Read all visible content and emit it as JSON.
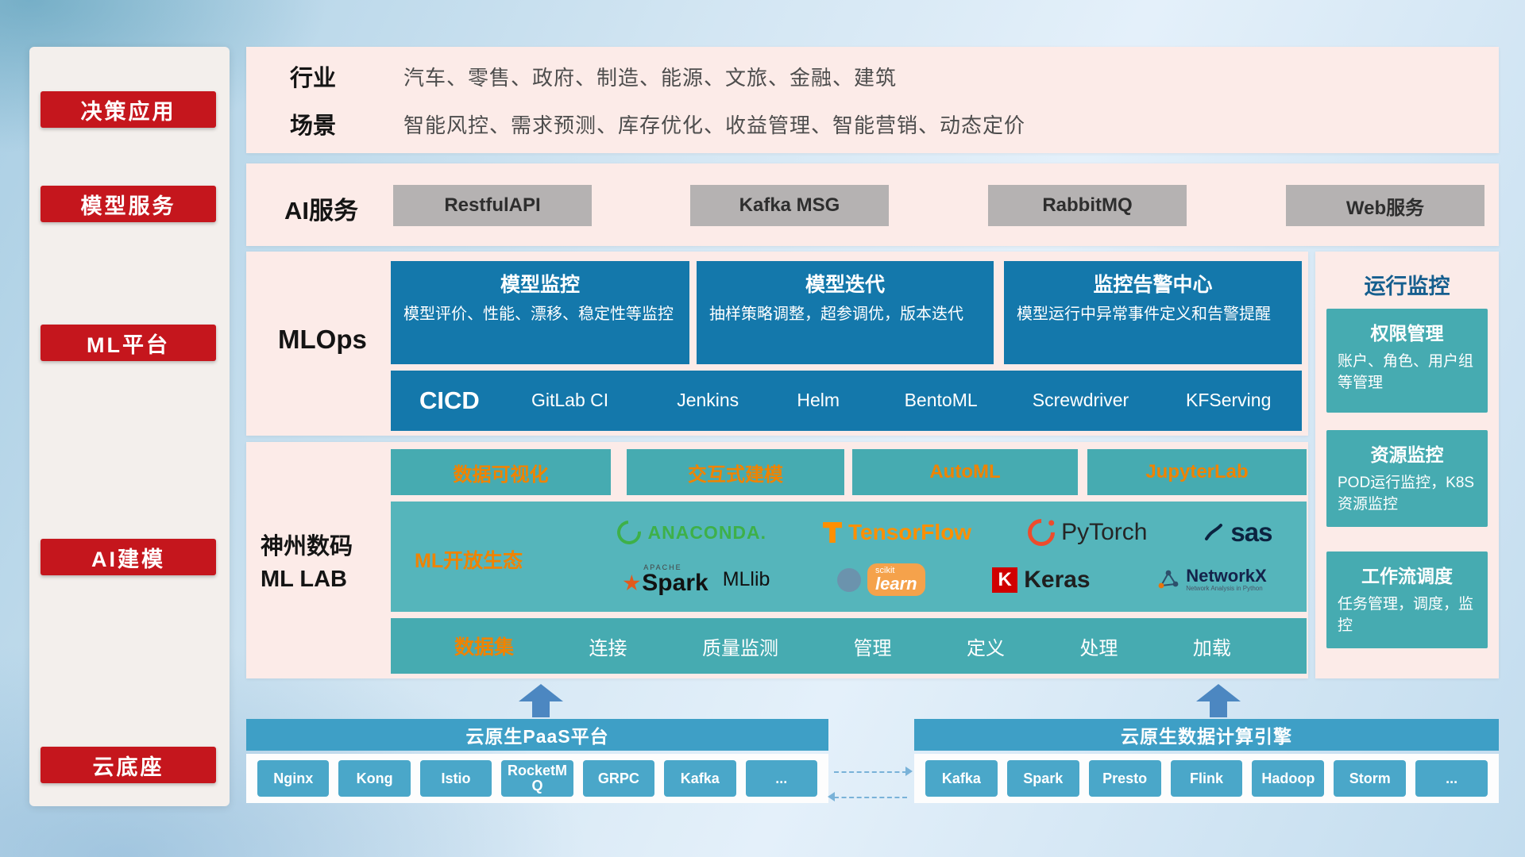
{
  "sidebar": {
    "items": [
      {
        "label": "决策应用"
      },
      {
        "label": "模型服务"
      },
      {
        "label": "ML平台"
      },
      {
        "label": "AI建模"
      },
      {
        "label": "云底座"
      }
    ]
  },
  "industry_row": {
    "row1_label": "行业",
    "row1_text": "汽车、零售、政府、制造、能源、文旅、金融、建筑",
    "row2_label": "场景",
    "row2_text": "智能风控、需求预测、库存优化、收益管理、智能营销、动态定价"
  },
  "ai_service_row": {
    "label": "AI服务",
    "buttons": [
      "RestfulAPI",
      "Kafka MSG",
      "RabbitMQ",
      "Web服务"
    ]
  },
  "mlops": {
    "label": "MLOps",
    "cards": [
      {
        "title": "模型监控",
        "desc": "模型评价、性能、漂移、稳定性等监控"
      },
      {
        "title": "模型迭代",
        "desc": "抽样策略调整，超参调优，版本迭代"
      },
      {
        "title": "监控告警中心",
        "desc": "模型运行中异常事件定义和告警提醒"
      }
    ],
    "cicd": {
      "label": "CICD",
      "items": [
        "GitLab CI",
        "Jenkins",
        "Helm",
        "BentoML",
        "Screwdriver",
        "KFServing"
      ]
    }
  },
  "mllab": {
    "label_line1": "神州数码",
    "label_line2": "ML LAB",
    "top_buttons": [
      "数据可视化",
      "交互式建模",
      "AutoML",
      "JupyterLab"
    ],
    "eco": {
      "label": "ML开放生态",
      "logos": {
        "anaconda": "ANACONDA.",
        "tensorflow": "TensorFlow",
        "pytorch": "PyTorch",
        "sas": "sas",
        "spark_small": "APACHE",
        "spark": "Spark",
        "mllib": "MLlib",
        "scikit_top": "scikit",
        "scikit": "learn",
        "keras_k": "K",
        "keras": "Keras",
        "networkx": "NetworkX",
        "networkx_sub": "Network Analysis in Python"
      }
    },
    "dataset": {
      "label": "数据集",
      "items": [
        "连接",
        "质量监测",
        "管理",
        "定义",
        "处理",
        "加载"
      ]
    }
  },
  "monitor": {
    "title": "运行监控",
    "cards": [
      {
        "title": "权限管理",
        "desc": "账户、角色、用户组等管理"
      },
      {
        "title": "资源监控",
        "desc": "POD运行监控，K8S资源监控"
      },
      {
        "title": "工作流调度",
        "desc": "任务管理，调度，监控"
      }
    ]
  },
  "bottom": {
    "paas": {
      "title": "云原生PaaS平台",
      "items": [
        "Nginx",
        "Kong",
        "Istio",
        "RocketMQ",
        "GRPC",
        "Kafka",
        "..."
      ]
    },
    "engine": {
      "title": "云原生数据计算引擎",
      "items": [
        "Kafka",
        "Spark",
        "Presto",
        "Flink",
        "Hadoop",
        "Storm",
        "..."
      ]
    }
  },
  "colors": {
    "red": "#c5161d",
    "panel_pink": "#fcebe8",
    "blue": "#1478ab",
    "teal": "#46abb1",
    "teal_light": "#55b5bb",
    "orange": "#f08300",
    "bar_blue": "#3e9fc6",
    "chip_blue": "#4aa7c9"
  }
}
